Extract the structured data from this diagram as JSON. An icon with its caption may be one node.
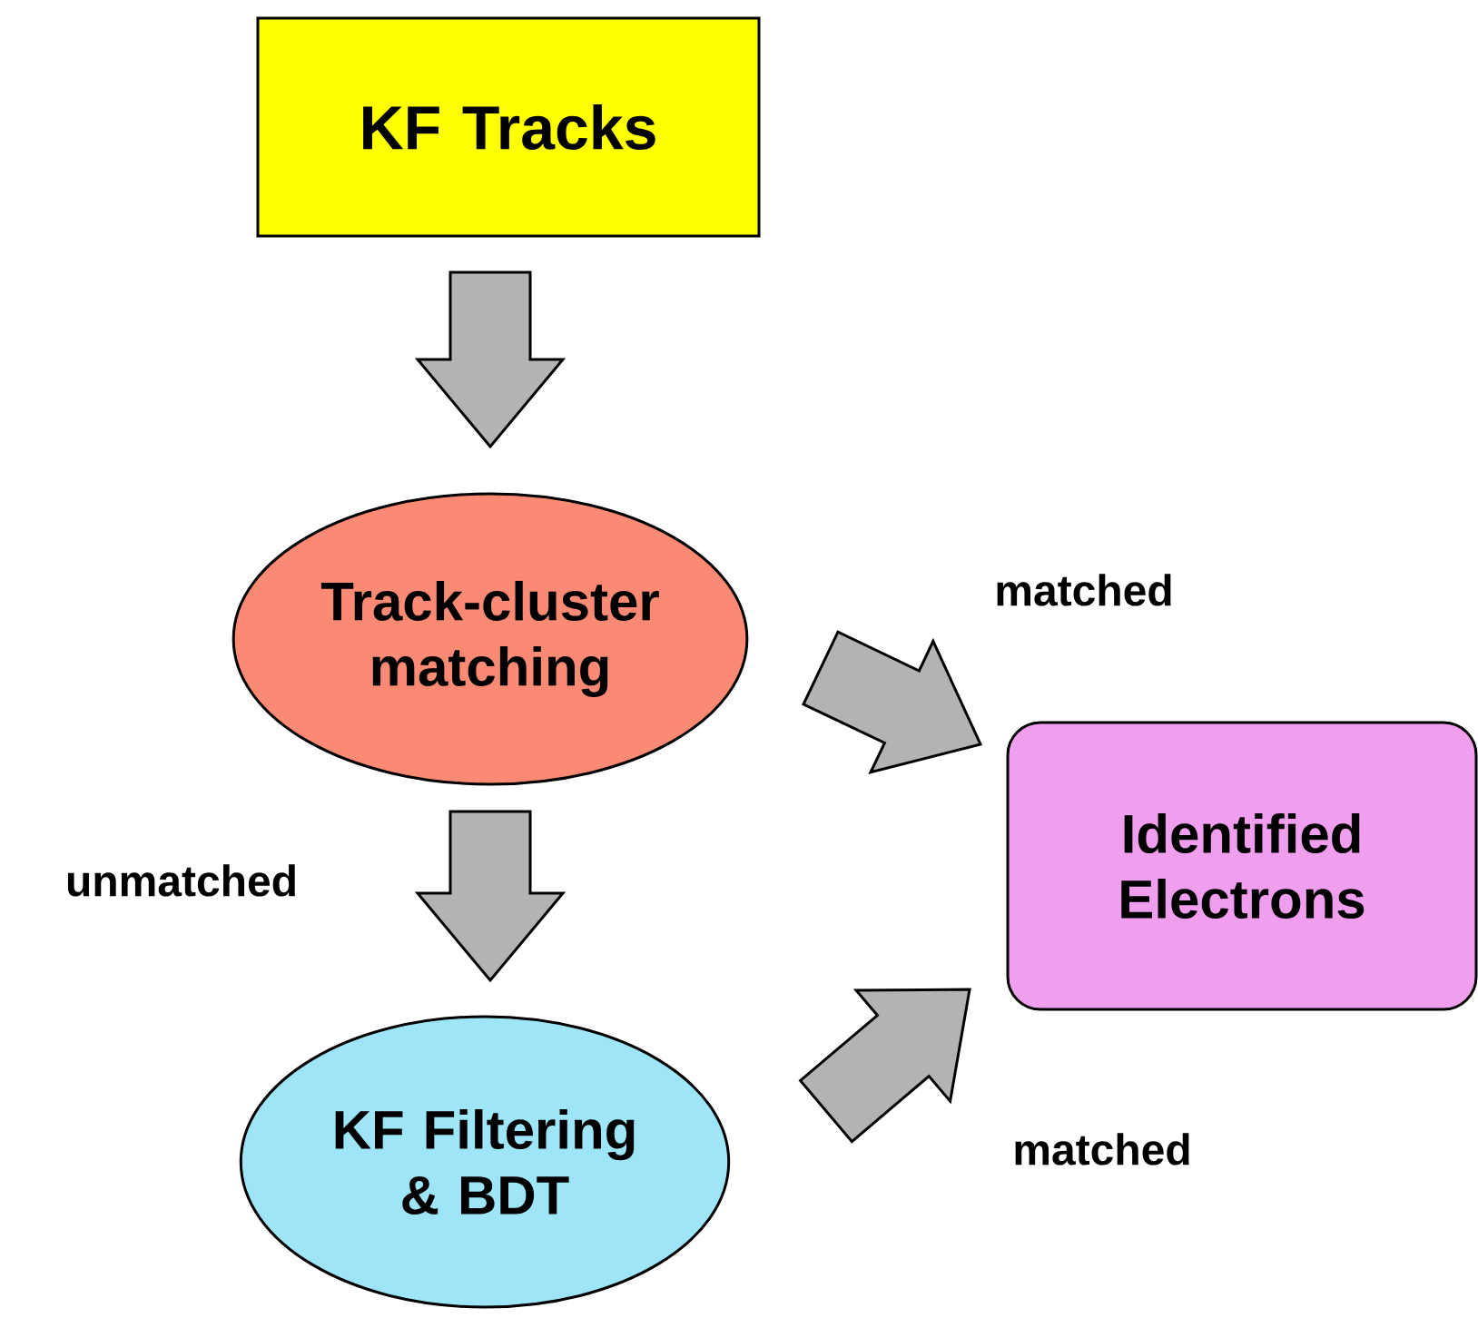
{
  "diagram": {
    "nodes": [
      {
        "text": [
          "KF Tracks"
        ]
      },
      {
        "text": [
          "Track-cluster matching"
        ]
      },
      {
        "text": [
          "Identified Electrons"
        ]
      },
      {
        "text": [
          "KF Filtering & BDT"
        ]
      }
    ],
    "edges": [
      {
        "from": 0,
        "to": 1,
        "arrow": "to"
      },
      {
        "from": 1,
        "to": 3,
        "arrow": "to",
        "label": "unmatched"
      },
      {
        "from": 1,
        "to": 2,
        "arrow": "to",
        "label": "matched"
      },
      {
        "from": 3,
        "to": 2,
        "arrow": "to",
        "label": "matched"
      }
    ]
  }
}
